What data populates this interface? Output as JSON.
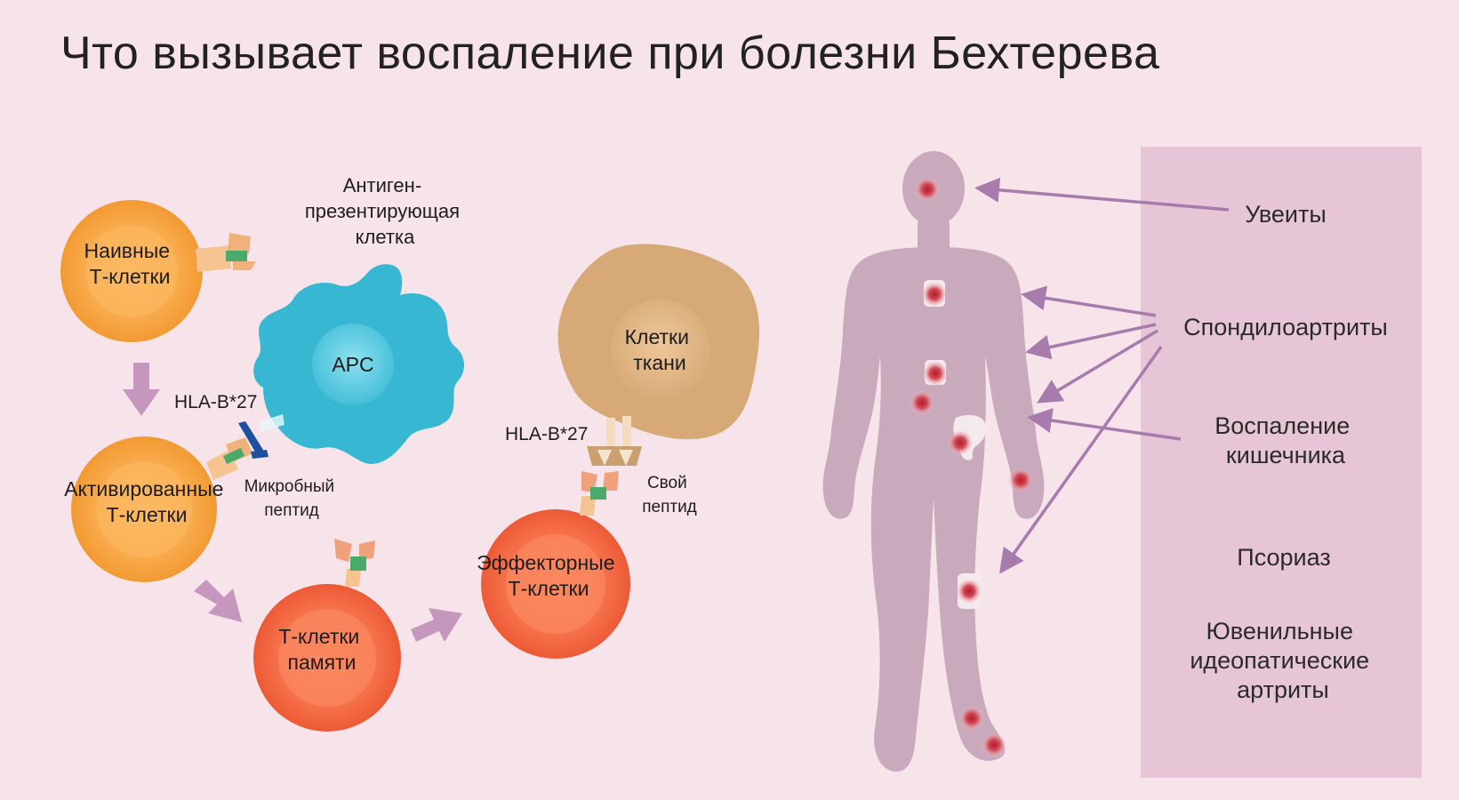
{
  "title": "Что вызывает воспаление при болезни Бехтерева",
  "cells": {
    "naive": [
      "Наивные",
      "Т-клетки"
    ],
    "activated": [
      "Активированные",
      "Т-клетки"
    ],
    "memory": [
      "Т-клетки",
      "памяти"
    ],
    "effector": [
      "Эффекторные",
      "Т-клетки"
    ],
    "apc_center": "APC",
    "apc_caption": [
      "Антиген-",
      "презентирующая",
      "клетка"
    ],
    "tissue": [
      "Клетки",
      "ткани"
    ]
  },
  "molecules": {
    "hla_left": "HLA-B*27",
    "hla_right": "HLA-B*27",
    "microbial_peptide": [
      "Микробный",
      "пептид"
    ],
    "self_peptide": [
      "Свой",
      "пептид"
    ]
  },
  "diseases": [
    [
      "Увеиты"
    ],
    [
      "Спондилоартриты"
    ],
    [
      "Воспаление",
      "кишечника"
    ],
    [
      "Псориаз"
    ],
    [
      "Ювенильные",
      "идеопатические",
      "артриты"
    ]
  ],
  "colors": {
    "background": "#f7e4ea",
    "panel": "#e6c6d6",
    "orange_cell": "#f7a23e",
    "red_cell": "#f0663f",
    "apc": "#3ab8d4",
    "tissue": "#d4a574",
    "body": "#c9a8bb",
    "arrow": "#b98cb6",
    "inflammation": "#c73a4a"
  }
}
